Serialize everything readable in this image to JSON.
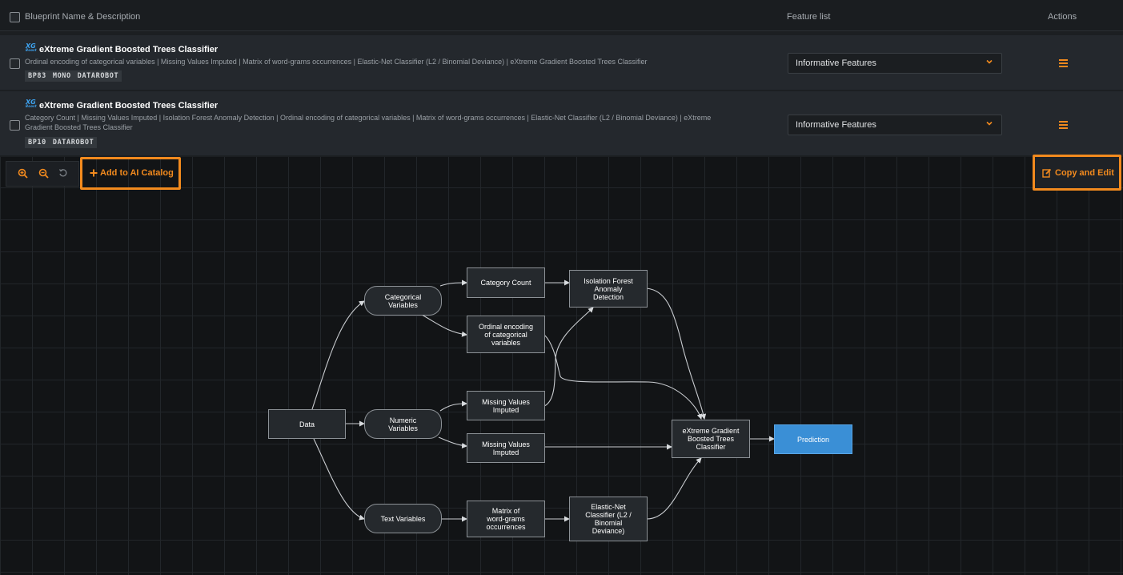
{
  "header": {
    "name_col": "Blueprint Name & Description",
    "feature_col": "Feature list",
    "actions_col": "Actions"
  },
  "rows": [
    {
      "logo": "XG",
      "logo_sub": "Boost",
      "title": "eXtreme Gradient Boosted Trees Classifier",
      "description": "Ordinal encoding of categorical variables | Missing Values Imputed | Matrix of word-grams occurrences | Elastic-Net Classifier (L2 / Binomial Deviance) | eXtreme Gradient Boosted Trees Classifier",
      "badges": [
        "BP83",
        "MONO",
        "DATAROBOT"
      ],
      "feature_list": "Informative Features"
    },
    {
      "logo": "XG",
      "logo_sub": "Boost",
      "title": "eXtreme Gradient Boosted Trees Classifier",
      "description_line1": "Category Count | Missing Values Imputed | Isolation Forest Anomaly Detection | Ordinal encoding of categorical variables | Matrix of word-grams occurrences | Elastic-Net Classifier (L2 / Binomial Deviance) | eXtreme",
      "description_line2": "Gradient Boosted Trees Classifier",
      "badges": [
        "BP10",
        "DATAROBOT"
      ],
      "feature_list": "Informative Features"
    }
  ],
  "toolbar": {
    "add_catalog": "Add to AI Catalog",
    "copy_edit": "Copy and Edit"
  },
  "nodes": {
    "data": "Data",
    "cat_vars_1": "Categorical",
    "cat_vars_2": "Variables",
    "num_vars_1": "Numeric",
    "num_vars_2": "Variables",
    "text_vars": "Text Variables",
    "cat_count": "Category Count",
    "ordinal_1": "Ordinal encoding",
    "ordinal_2": "of categorical",
    "ordinal_3": "variables",
    "mvi_a_1": "Missing Values",
    "mvi_a_2": "Imputed",
    "mvi_b_1": "Missing Values",
    "mvi_b_2": "Imputed",
    "matrix_1": "Matrix of",
    "matrix_2": "word-grams",
    "matrix_3": "occurrences",
    "iso_1": "Isolation Forest",
    "iso_2": "Anomaly",
    "iso_3": "Detection",
    "enet_1": "Elastic-Net",
    "enet_2": "Classifier (L2 /",
    "enet_3": "Binomial",
    "enet_4": "Deviance)",
    "xgb_1": "eXtreme Gradient",
    "xgb_2": "Boosted Trees",
    "xgb_3": "Classifier",
    "prediction": "Prediction"
  },
  "colors": {
    "accent": "#f28a1e",
    "prediction": "#3a8fd6",
    "xg_logo": "#3da2ee"
  }
}
